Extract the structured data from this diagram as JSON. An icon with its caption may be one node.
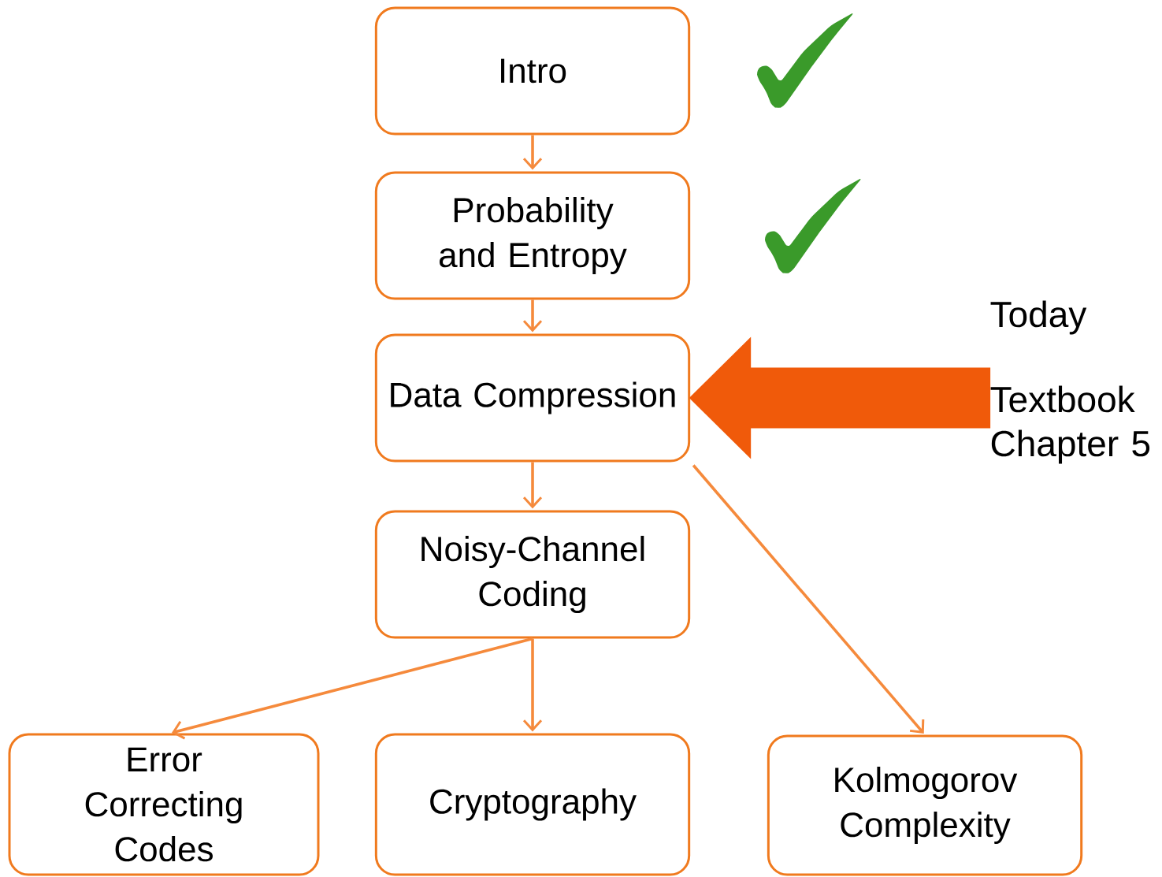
{
  "diagram": {
    "nodes": [
      {
        "text": [
          "Intro"
        ]
      },
      {
        "text": [
          "Probability and Entropy"
        ]
      },
      {
        "text": [
          "Data Compression"
        ]
      },
      {
        "text": [
          "Noisy-Channel Coding"
        ]
      },
      {
        "text": [
          "Error Correcting Codes"
        ]
      },
      {
        "text": [
          "Cryptography"
        ]
      },
      {
        "text": [
          "Kolmogorov Complexity"
        ]
      },
      {
        "text": [
          "Today",
          "Textbook Chapter 5"
        ]
      }
    ],
    "edges": [
      {
        "from": 0,
        "to": 1,
        "arrow": "to"
      },
      {
        "from": 1,
        "to": 2,
        "arrow": "to"
      },
      {
        "from": 2,
        "to": 3,
        "arrow": "to"
      },
      {
        "from": 3,
        "to": 4,
        "arrow": "to"
      },
      {
        "from": 3,
        "to": 5,
        "arrow": "to"
      },
      {
        "from": 2,
        "to": 6,
        "arrow": "to"
      },
      {
        "from": 7,
        "to": 2,
        "arrow": "to",
        "style": "thick",
        "color": "#f05a0a"
      }
    ]
  }
}
